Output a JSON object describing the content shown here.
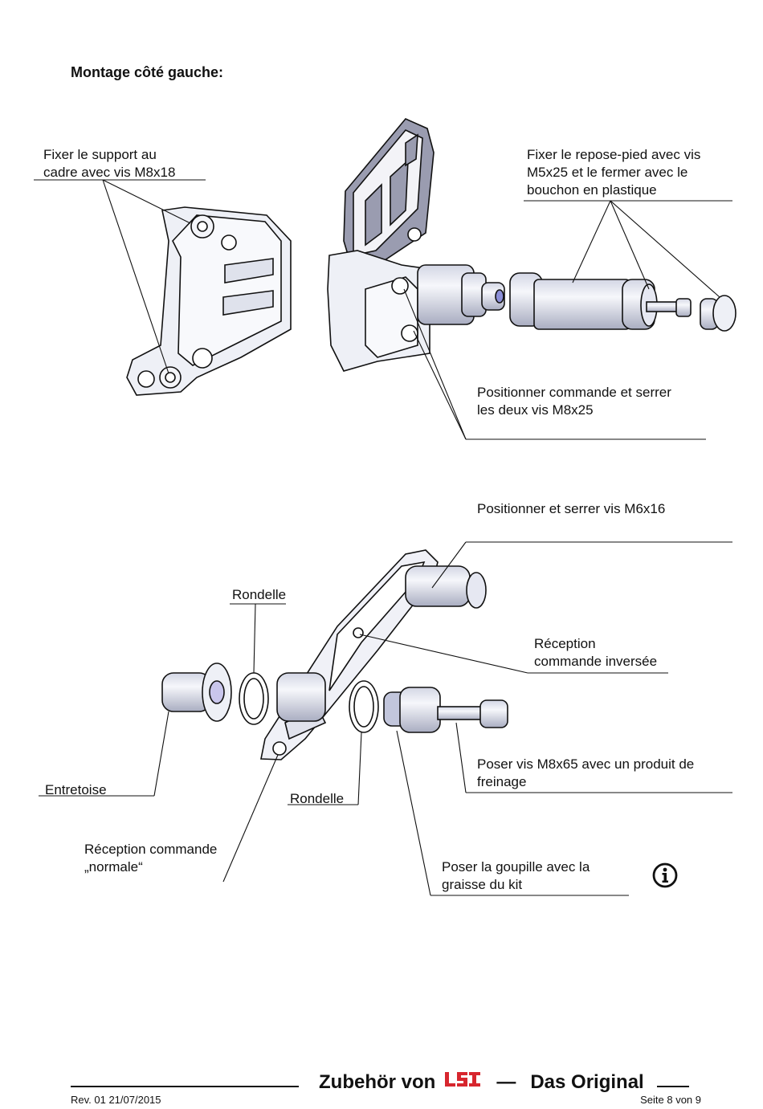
{
  "title": "Montage côté gauche:",
  "labels": {
    "support": "Fixer le support au\ncadre avec vis M8x18",
    "footrest": "Fixer le repose-pied avec vis\nM5x25 et le fermer avec le\nbouchon en plastique",
    "control_tighten": "Positionner commande et serrer\nles deux vis M8x25",
    "m6": "Positionner et serrer vis M6x16",
    "rondelle_top": "Rondelle",
    "reception_inversee": "Réception\ncommande inversée",
    "entretoise": "Entretoise",
    "rondelle_bottom": "Rondelle",
    "m8x65": "Poser vis M8x65 avec un produit de\nfreinage",
    "reception_normale": "Réception commande\n„normale“",
    "goupille": "Poser la goupille avec la\ngraisse du kit"
  },
  "footer": {
    "brand_prefix": "Zubehör von",
    "logo_text": "LSL",
    "dash": "—",
    "brand_suffix": "Das Original",
    "revision": "Rev. 01 21/07/2015",
    "page": "Seite 8 von 9"
  },
  "icons": {
    "info": "info-icon"
  },
  "colors": {
    "logo_red": "#d7262e",
    "part_fill": "#e8eaf2",
    "part_shade": "#b9bdd0",
    "highlight": "#c9c6ec"
  }
}
